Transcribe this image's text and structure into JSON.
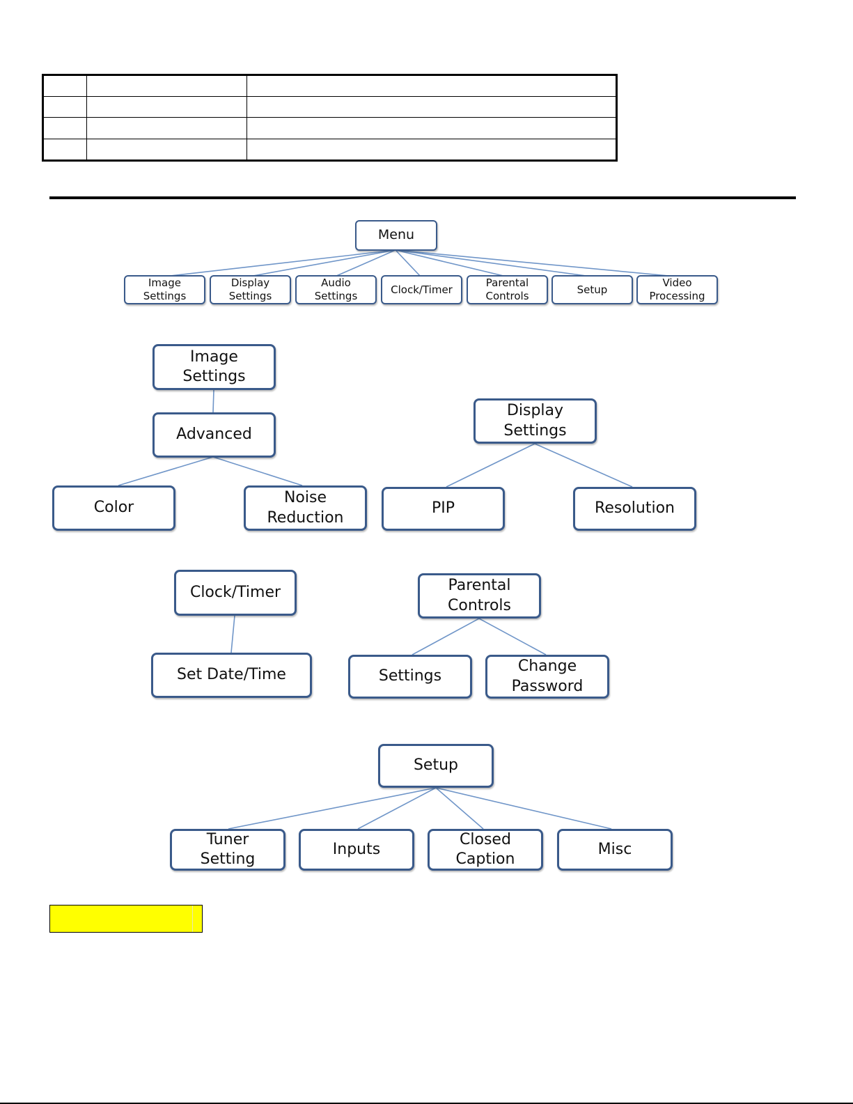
{
  "table": {
    "rows": [
      [
        "",
        "",
        ""
      ],
      [
        "",
        "",
        ""
      ],
      [
        "",
        "",
        ""
      ],
      [
        "",
        "",
        ""
      ]
    ]
  },
  "diagram": {
    "menu_tree": {
      "root": "Menu",
      "children": [
        "Image\nSettings",
        "Display\nSettings",
        "Audio\nSettings",
        "Clock/Timer",
        "Parental\nControls",
        "Setup",
        "Video\nProcessing"
      ]
    },
    "image_settings_tree": {
      "root": "Image\nSettings",
      "child": "Advanced",
      "grandchildren": [
        "Color",
        "Noise\nReduction"
      ]
    },
    "display_settings_tree": {
      "root": "Display\nSettings",
      "children": [
        "PIP",
        "Resolution"
      ]
    },
    "clock_timer_tree": {
      "root": "Clock/Timer",
      "children": [
        "Set Date/Time"
      ]
    },
    "parental_controls_tree": {
      "root": "Parental\nControls",
      "children": [
        "Settings",
        "Change\nPassword"
      ]
    },
    "setup_tree": {
      "root": "Setup",
      "children": [
        "Tuner\nSetting",
        "Inputs",
        "Closed\nCaption",
        "Misc"
      ]
    }
  },
  "colors": {
    "node_border": "#3a5a8a",
    "connector": "#6f95c8",
    "highlight": "#ffff00"
  }
}
